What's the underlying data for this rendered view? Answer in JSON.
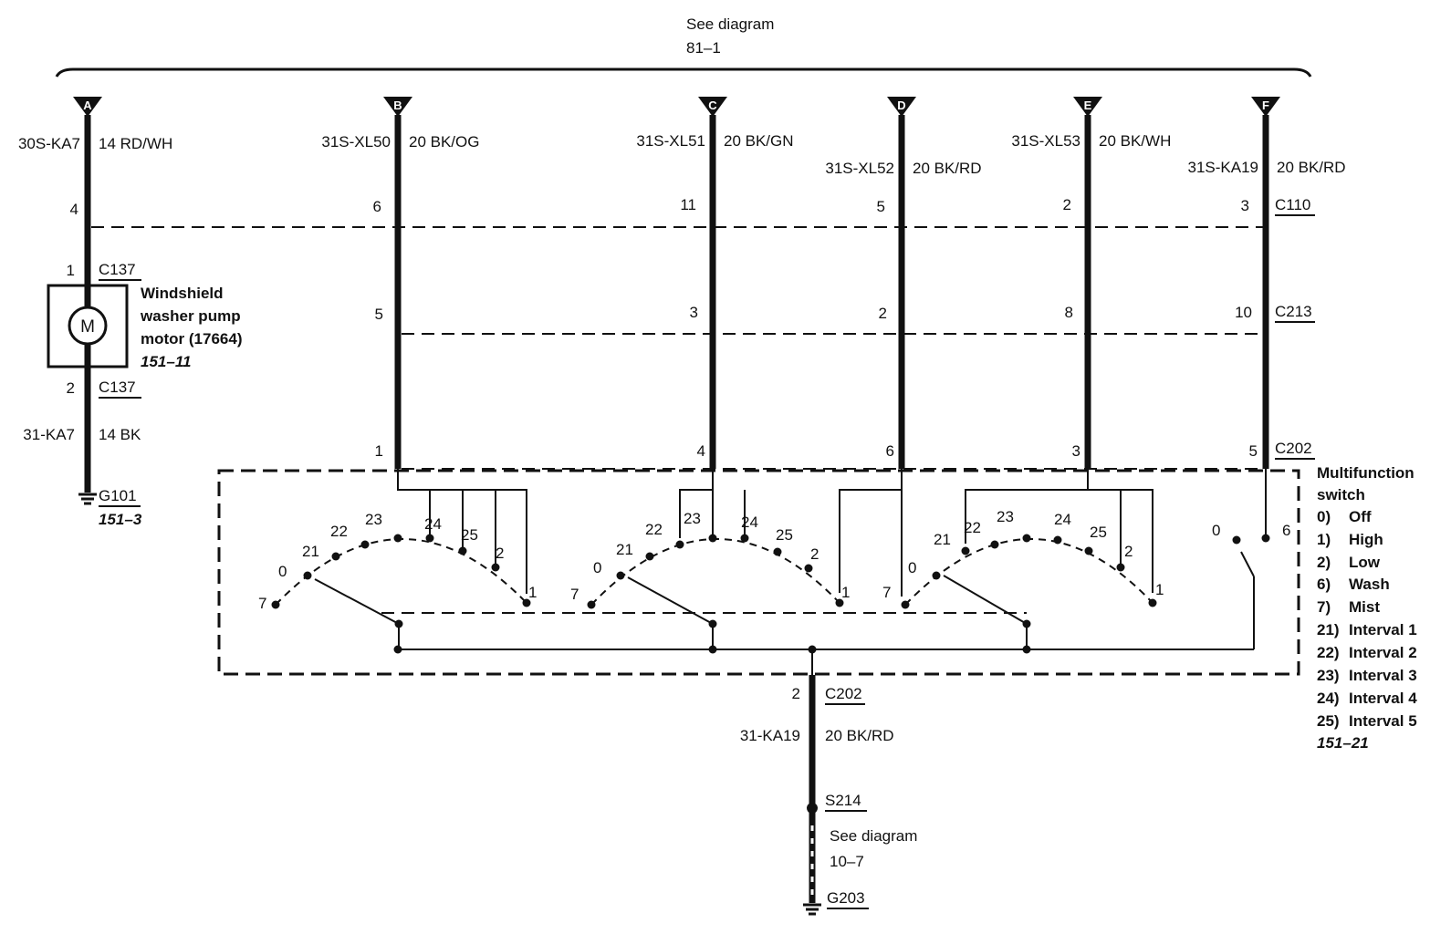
{
  "top": {
    "line1": "See diagram",
    "line2": "81–1"
  },
  "columns": [
    {
      "letter": "A",
      "circuit": "30S-KA7",
      "wire": "14 RD/WH",
      "pin_c110": "4"
    },
    {
      "letter": "B",
      "circuit": "31S-XL50",
      "wire": "20 BK/OG",
      "pin_c110": "6",
      "pin_c213": "5",
      "pin_c202": "1"
    },
    {
      "letter": "C",
      "circuit": "31S-XL51",
      "wire": "20 BK/GN",
      "pin_c110": "11",
      "pin_c213": "3",
      "pin_c202": "4"
    },
    {
      "letter": "D",
      "circuit": "31S-XL52",
      "wire": "20 BK/RD",
      "pin_c110": "5",
      "pin_c213": "2",
      "pin_c202": "6"
    },
    {
      "letter": "E",
      "circuit": "31S-XL53",
      "wire": "20 BK/WH",
      "pin_c110": "2",
      "pin_c213": "8",
      "pin_c202": "3"
    },
    {
      "letter": "F",
      "circuit": "31S-KA19",
      "wire": "20 BK/RD",
      "pin_c110": "3",
      "pin_c213": "10",
      "pin_c202": "5"
    }
  ],
  "connectors": {
    "c110": "C110",
    "c213": "C213",
    "c202": "C202",
    "c137": "C137"
  },
  "motor": {
    "pin_top": "1",
    "pin_bottom": "2",
    "symbol": "M",
    "name_line1": "Windshield",
    "name_line2": "washer pump",
    "name_line3": "motor (17664)",
    "ref": "151–11",
    "ground_circuit": "31-KA7",
    "ground_wire": "14 BK",
    "ground": "G101",
    "ground_ref": "151–3"
  },
  "switch": {
    "title_line1": "Multifunction",
    "title_line2": "switch",
    "legend": [
      {
        "num": "0)",
        "label": "Off"
      },
      {
        "num": "1)",
        "label": "High"
      },
      {
        "num": "2)",
        "label": "Low"
      },
      {
        "num": "6)",
        "label": "Wash"
      },
      {
        "num": "7)",
        "label": "Mist"
      },
      {
        "num": "21)",
        "label": "Interval 1"
      },
      {
        "num": "22)",
        "label": "Interval 2"
      },
      {
        "num": "23)",
        "label": "Interval 3"
      },
      {
        "num": "24)",
        "label": "Interval 4"
      },
      {
        "num": "25)",
        "label": "Interval 5"
      }
    ],
    "ref": "151–21",
    "positions": [
      "7",
      "0",
      "21",
      "22",
      "23",
      "24",
      "25",
      "2",
      "1"
    ],
    "wash_positions": [
      "0",
      "6"
    ]
  },
  "bottom": {
    "pin": "2",
    "connector": "C202",
    "circuit": "31-KA19",
    "wire": "20 BK/RD",
    "splice": "S214",
    "see_line1": "See diagram",
    "see_line2": "10–7",
    "ground": "G203"
  }
}
